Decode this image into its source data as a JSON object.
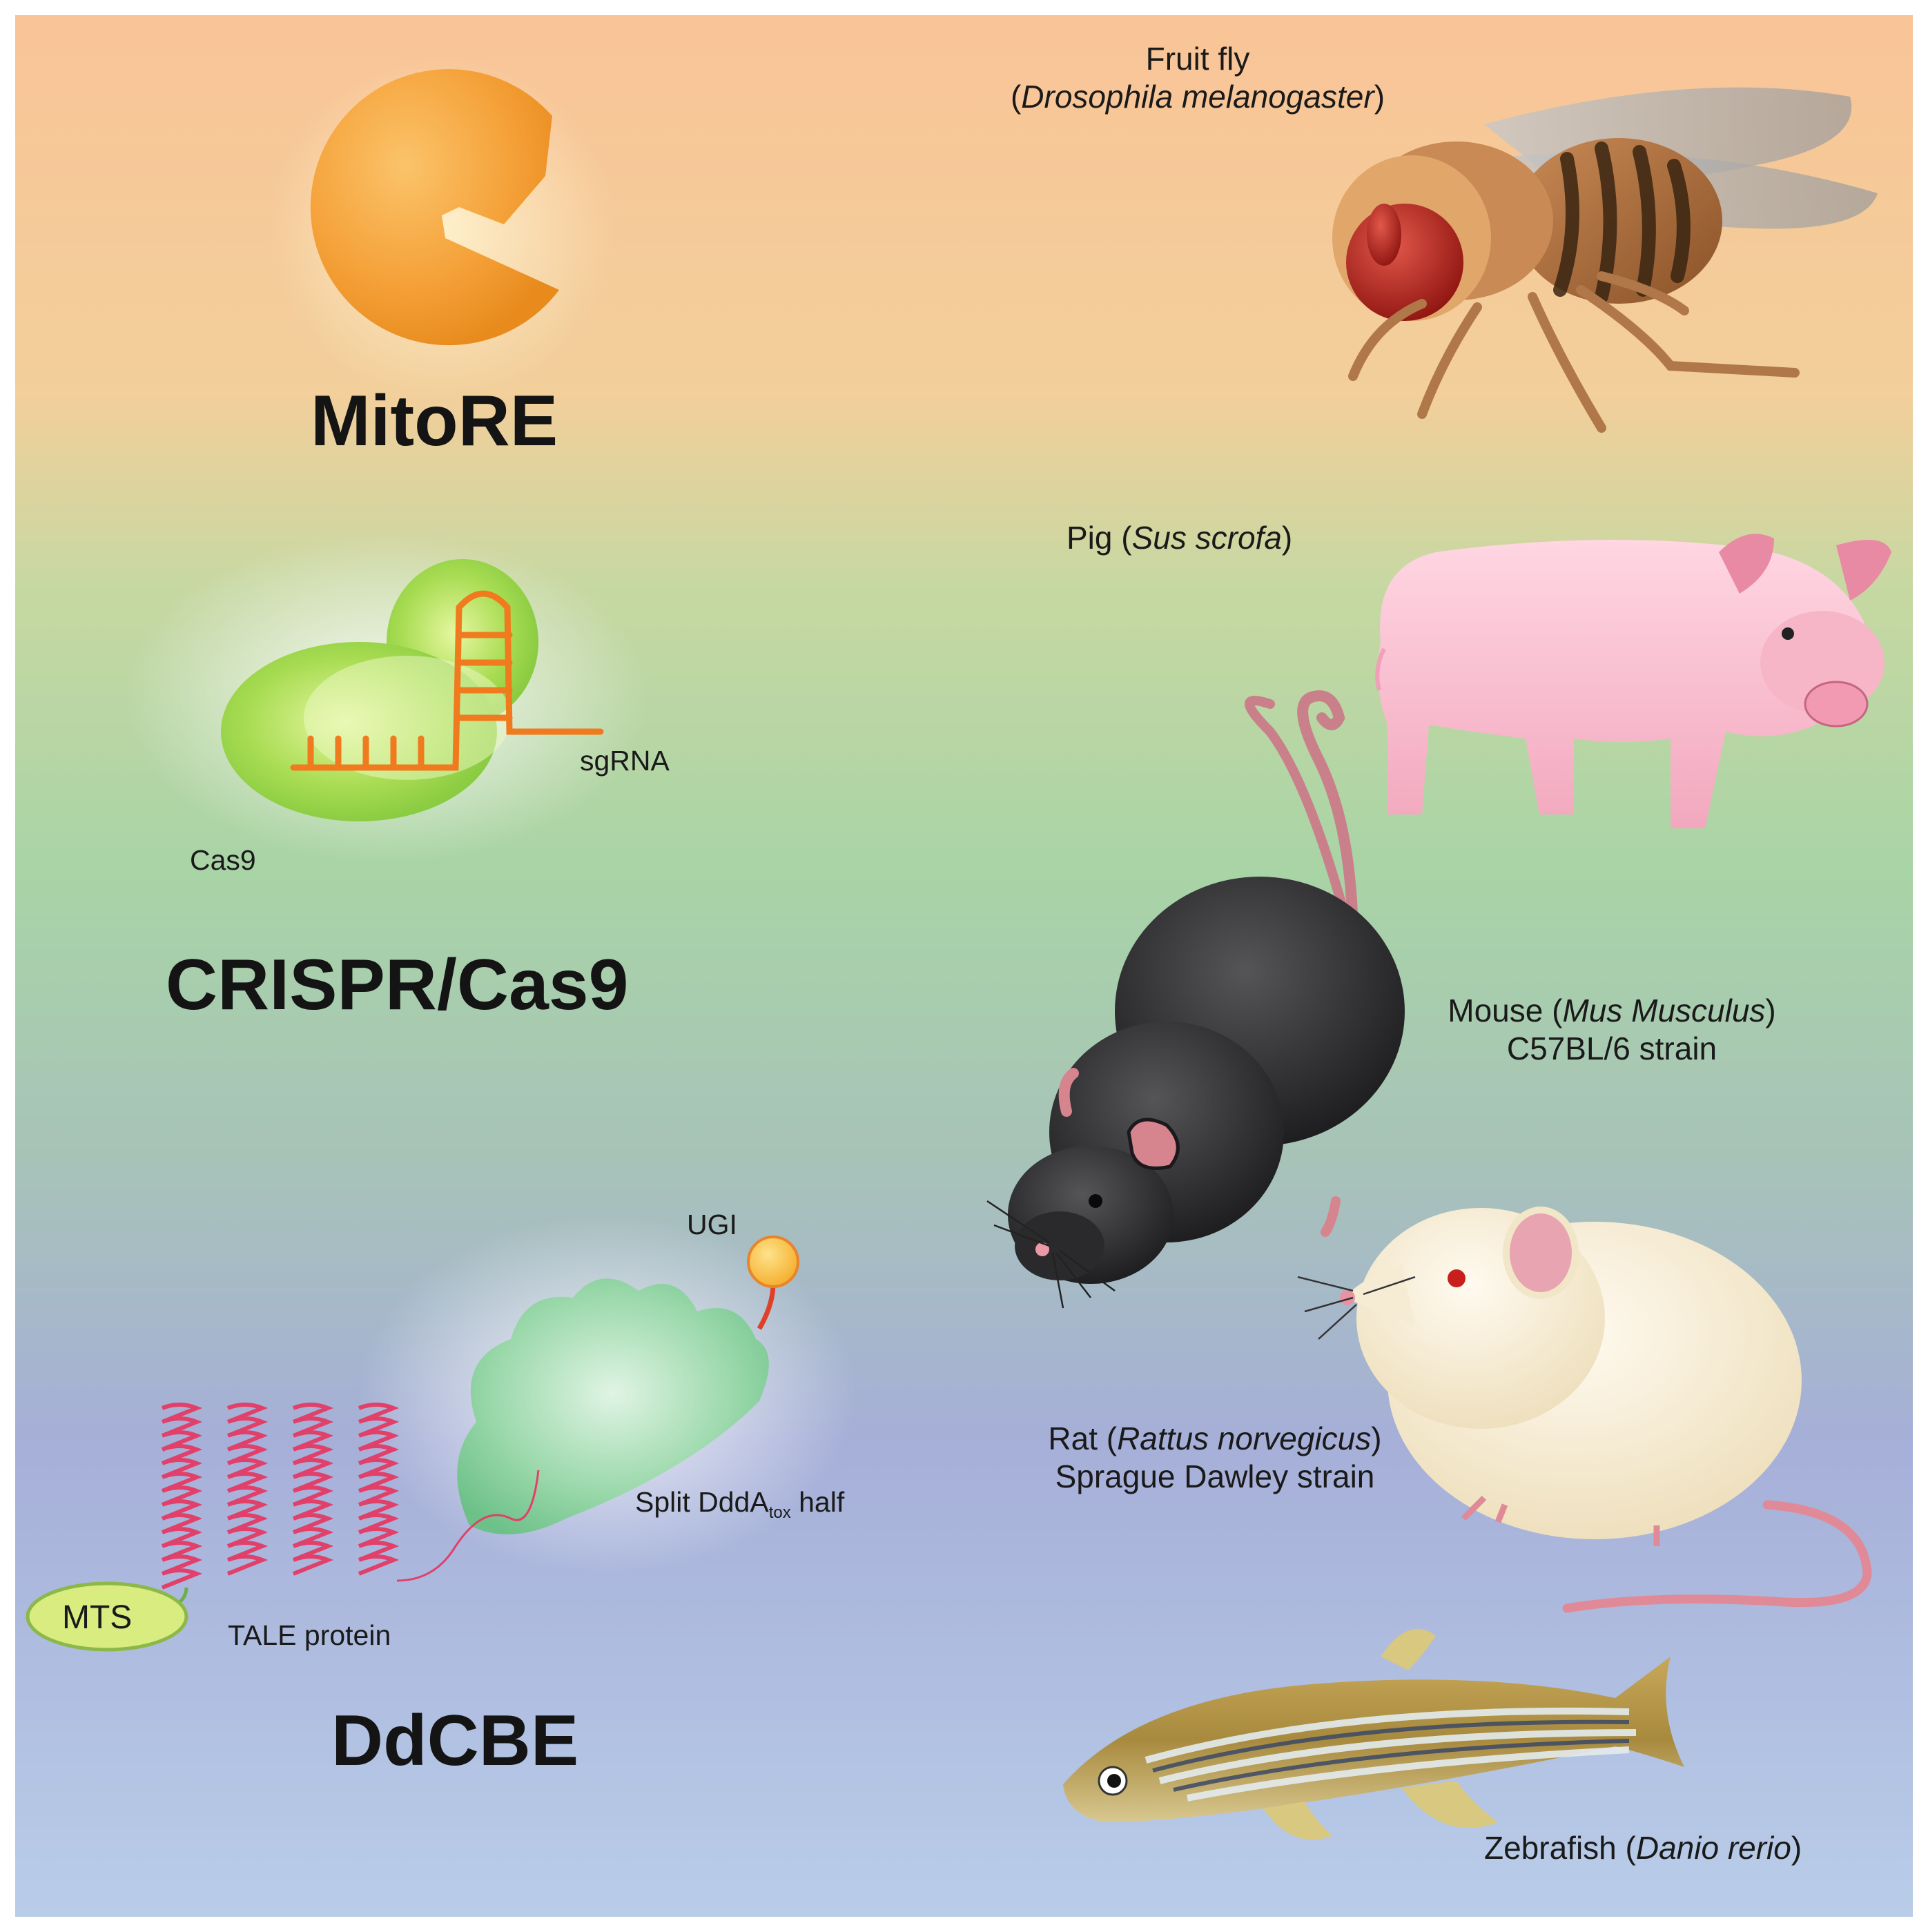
{
  "tools": {
    "mitore": {
      "title": "MitoRE"
    },
    "crispr": {
      "title": "CRISPR/Cas9",
      "protein_label": "Cas9",
      "guide_label": "sgRNA"
    },
    "ddcbe": {
      "title": "DdCBE",
      "ugi_label": "UGI",
      "split_label_pre": "Split DddA",
      "split_label_sub": "tox",
      "split_label_post": " half",
      "mts_label": "MTS",
      "tale_label": "TALE protein"
    }
  },
  "organisms": {
    "fly": {
      "common": "Fruit fly",
      "open": "(",
      "latin": "Drosophila melanogaster",
      "close": ")"
    },
    "pig": {
      "common": "Pig (",
      "latin": "Sus scrofa",
      "close": ")"
    },
    "mouse": {
      "common": "Mouse (",
      "latin": "Mus Musculus",
      "close": ")",
      "strain": "C57BL/6 strain"
    },
    "rat": {
      "common": "Rat (",
      "latin": "Rattus norvegicus",
      "close": ")",
      "strain": "Sprague Dawley strain"
    },
    "zebrafish": {
      "common": "Zebrafish (",
      "latin": "Danio rerio",
      "close": ")"
    }
  },
  "colors": {
    "bg_top": "#f8c79a",
    "bg_middle": "#aed6a6",
    "bg_lower": "#aab2d8",
    "bg_bottom": "#b7cbe8",
    "mitore_orange": "#f5a23a",
    "cas9_green": "#9ad64a",
    "rna_orange": "#f07a1e",
    "deaminase_green": "#8fd4a0",
    "tale_pink": "#e0406a",
    "ugi_yellow": "#f9c644",
    "mts_green": "#d8ec80"
  }
}
